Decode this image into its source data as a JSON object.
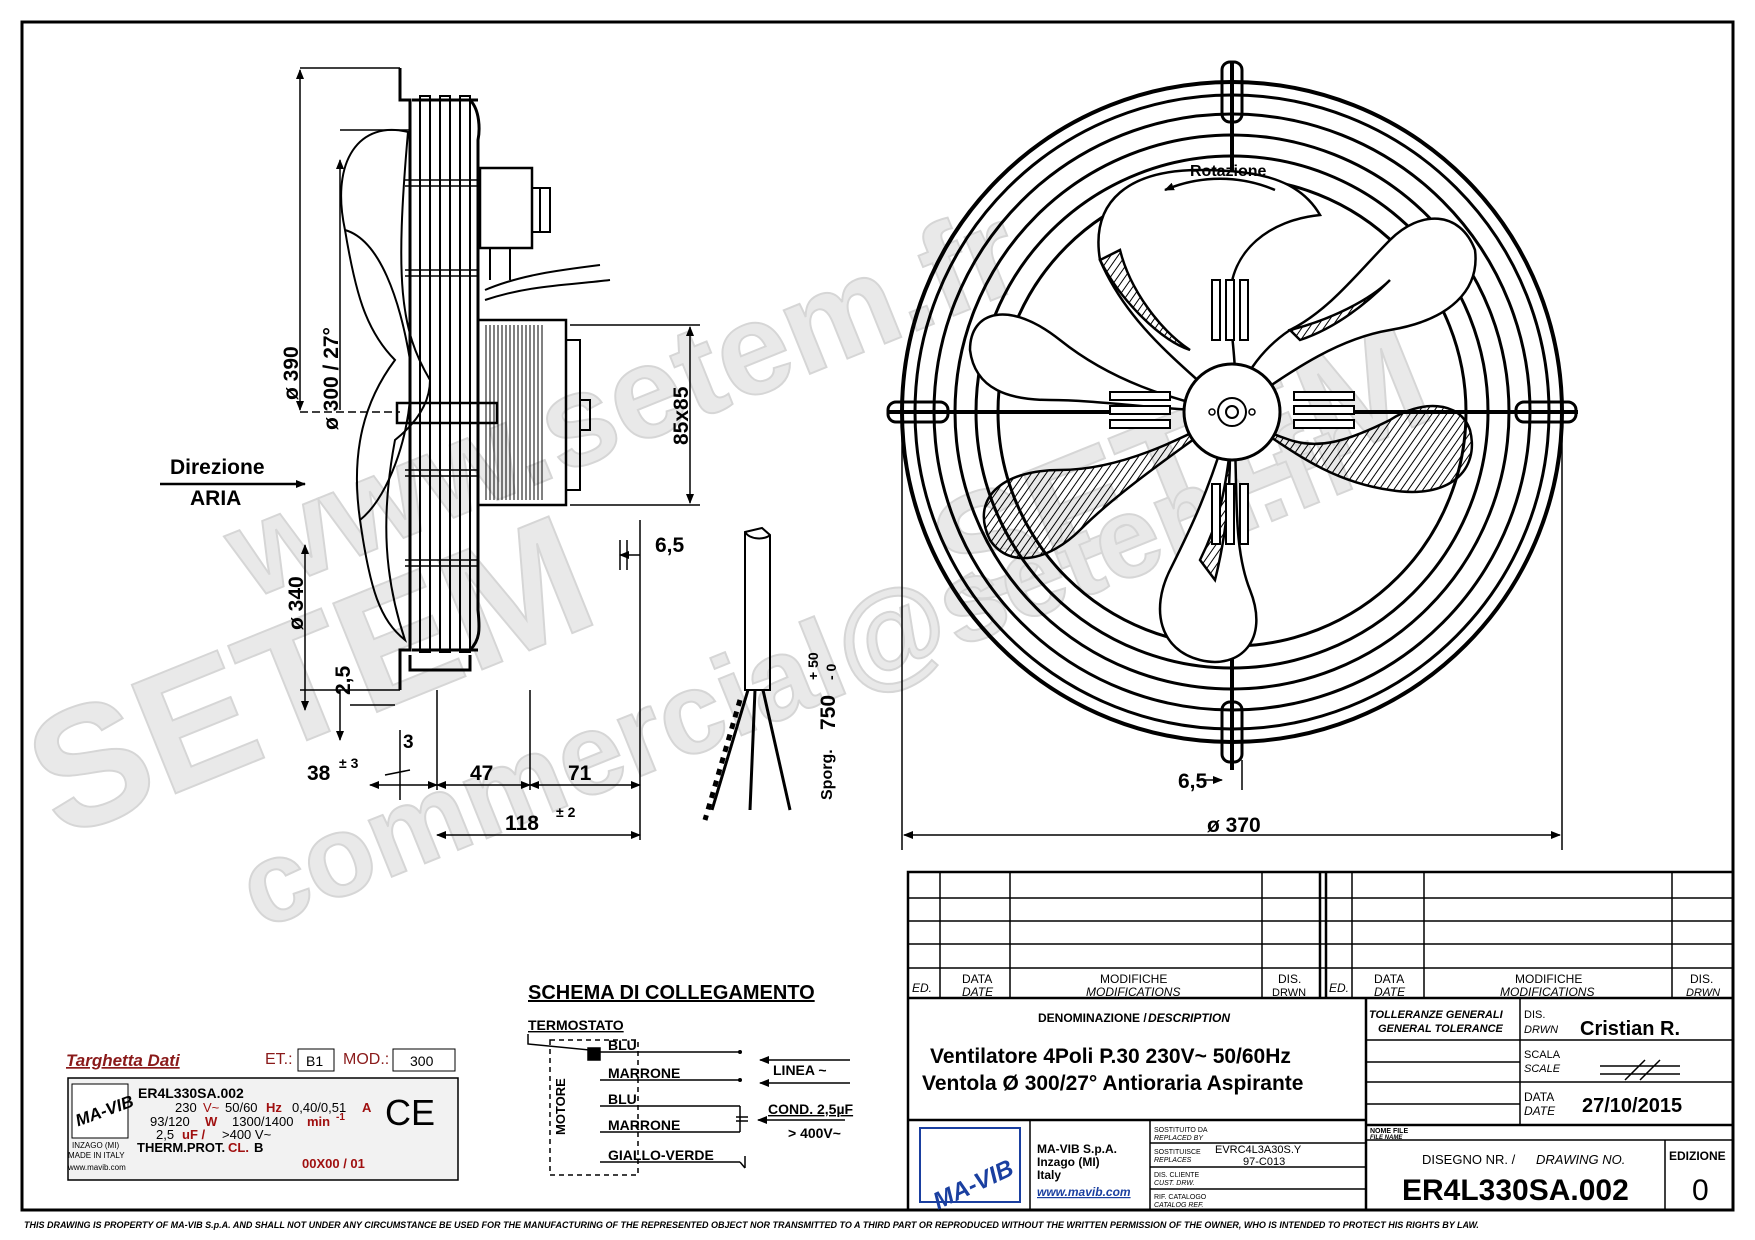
{
  "watermark": {
    "line1": "www.setem.fr",
    "line2": "SETEM",
    "line3": "SETEM",
    "line4": "commercial@setem.fr"
  },
  "side_view": {
    "dim_390": "ø 390",
    "dim_300": "ø 300 / 27°",
    "dim_340": "ø 340",
    "dim_85x85": "85x85",
    "dim_6_5": "6,5",
    "dim_2_5": "2,5",
    "dim_3": "3",
    "dim_38": "38",
    "dim_38_tol": "± 3",
    "dim_47": "47",
    "dim_71": "71",
    "dim_118": "118",
    "dim_118_tol": "± 2",
    "air_dir_1": "Direzione",
    "air_dir_2": "ARIA",
    "cable_len": "750",
    "cable_tol_plus": "+ 50",
    "cable_tol_minus": "- 0",
    "cable_label": "Sporg."
  },
  "front_view": {
    "rotation": "Rotazione",
    "dim_6_5": "6,5",
    "dim_370": "ø 370"
  },
  "nameplate": {
    "title": "Targhetta Dati",
    "et_label": "ET.:",
    "et_value": "B1",
    "mod_label": "MOD.:",
    "mod_value": "300",
    "model": "ER4L330SA.002",
    "line1a": "230",
    "line1b": "V~",
    "line1c": "50/60",
    "line1d": "Hz",
    "line1e": "0,40/0,51",
    "line1f": "A",
    "line2a": "93/120",
    "line2b": "W",
    "line2c": "1300/1400",
    "line2d": "min",
    "line2e": "-1",
    "line3a": "2,5",
    "line3b": "uF /",
    "line3c": ">400 V~",
    "line4a": "THERM.PROT.",
    "line4b": "CL.",
    "line4c": "B",
    "code": "00X00 / 01",
    "ce": "CE",
    "logo": "MA-VIB",
    "addr1": "INZAGO (MI)",
    "addr2": "MADE IN ITALY",
    "addr3": "www.mavib.com"
  },
  "schema": {
    "title": "SCHEMA  DI  COLLEGAMENTO",
    "termostato": "TERMOSTATO",
    "motore": "MOTORE",
    "w1": "BLU",
    "w2": "MARRONE",
    "w3": "BLU",
    "w4": "MARRONE",
    "w5": "GIALLO-VERDE",
    "linea": "LINEA ~",
    "cond": "COND. 2,5µF",
    "cond2": "> 400V~"
  },
  "titleblock": {
    "rev_ed": "ED.",
    "rev_data": "DATA",
    "rev_date": "DATE",
    "rev_mod": "MODIFICHE",
    "rev_modif": "MODIFICATIONS",
    "rev_dis": "DIS.",
    "rev_drwn": "DRWN",
    "denom": "DENOMINAZIONE /",
    "denom_en": "DESCRIPTION",
    "desc1": "Ventilatore 4Poli  P.30 230V~ 50/60Hz",
    "desc2": "Ventola Ø 300/27° Antioraria Aspirante",
    "toll1": "TOLLERANZE GENERALI",
    "toll2": "GENERAL TOLERANCE",
    "dis_label": "DIS.",
    "drwn_label": "DRWN",
    "drawer": "Cristian R.",
    "scala": "SCALA",
    "scale": "SCALE",
    "data": "DATA",
    "date": "DATE",
    "date_value": "27/10/2015",
    "company": "MA-VIB S.p.A.",
    "city": "Inzago (MI)",
    "country": "Italy",
    "web": "www.mavib.com",
    "sost_da": "SOSTITUITO DA",
    "replaced_by": "REPLACED BY",
    "sost_a": "SOSTITUISCE",
    "replaces": "REPLACES",
    "replaces_val1": "EVRC4L3A30S.Y",
    "replaces_val2": "97-C013",
    "cliente": "DIS. CLIENTE",
    "cust": "CUST. DRW.",
    "rif": "RIF. CATALOGO",
    "catalog": "CATALOG REF.",
    "nome_file": "NOME FILE",
    "file_name": "FILE NAME",
    "disegno": "DISEGNO NR. /",
    "drawing_no": "DRAWING NO.",
    "drawing": "ER4L330SA.002",
    "edizione": "EDIZIONE",
    "edition": "0",
    "logo": "MA-VIB"
  },
  "footer": "THIS DRAWING IS PROPERTY OF MA-VIB S.p.A. AND SHALL NOT UNDER ANY CIRCUMSTANCE BE USED FOR THE MANUFACTURING OF THE REPRESENTED OBJECT NOR TRANSMITTED TO A THIRD PART OR REPRODUCED WITHOUT THE WRITTEN PERMISSION OF THE OWNER, WHO IS INTENDED TO PROTECT HIS RIGHTS BY LAW."
}
